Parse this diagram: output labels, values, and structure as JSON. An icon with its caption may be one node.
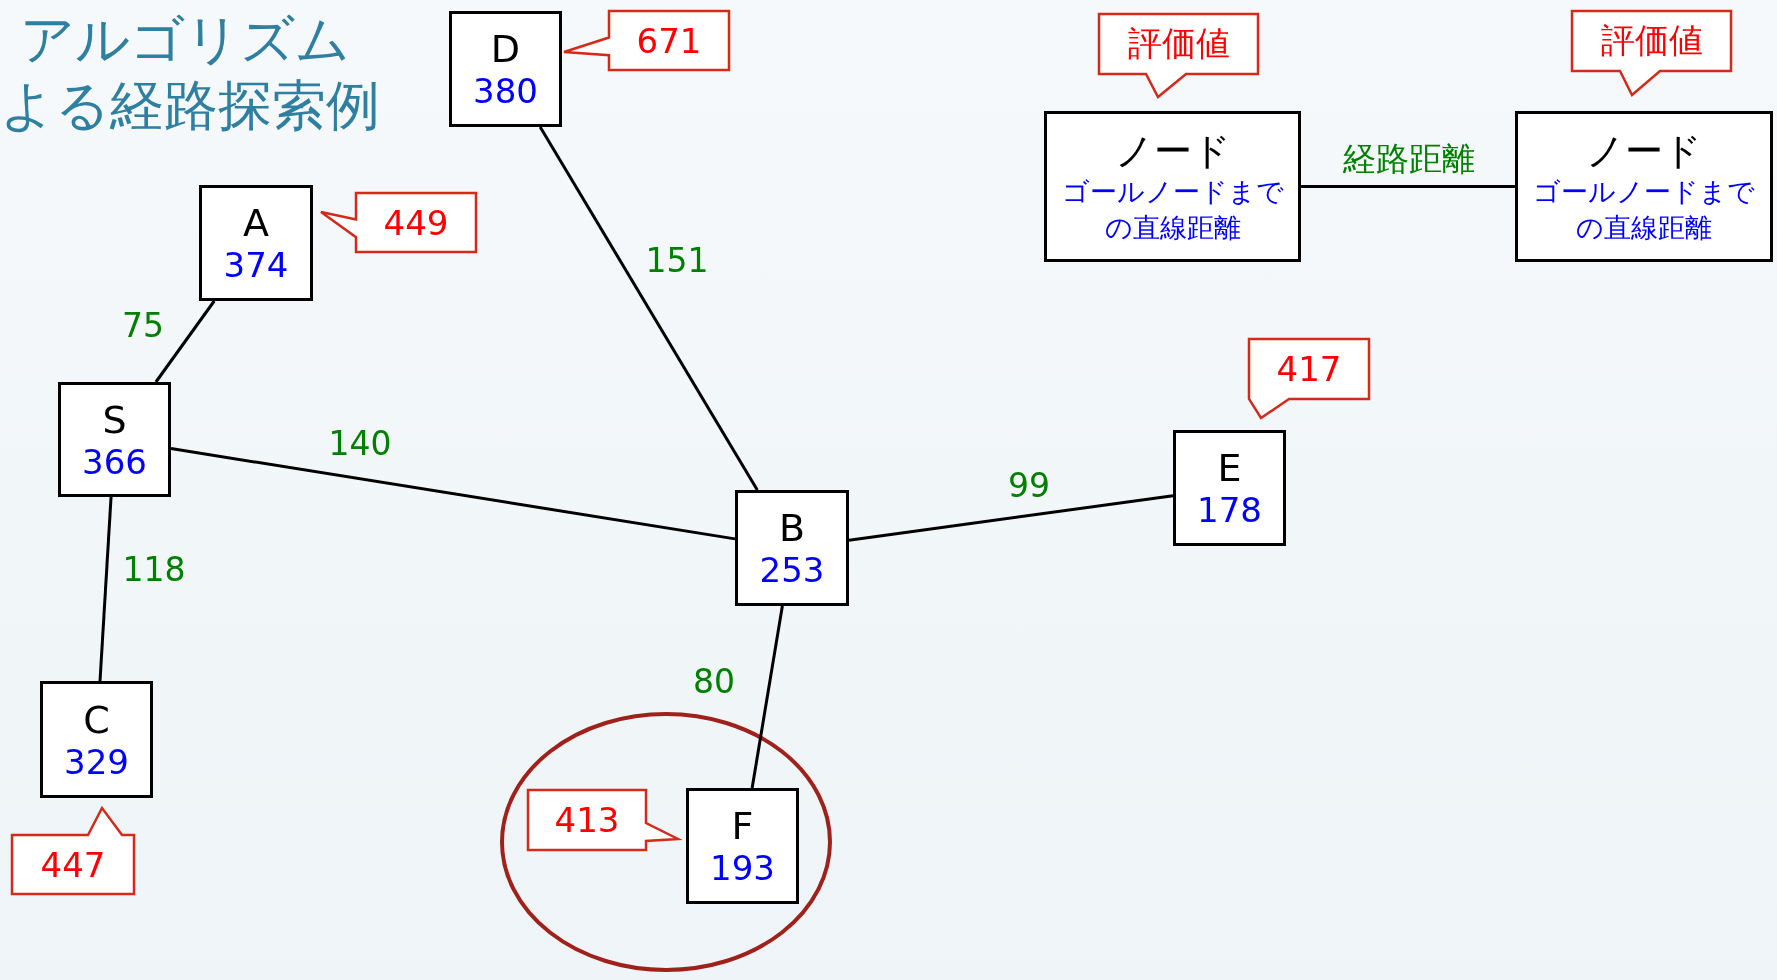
{
  "diagram": {
    "nodes": [
      {
        "text": [
          "D",
          "380"
        ]
      },
      {
        "text": [
          "671"
        ]
      },
      {
        "text": [
          "評価値"
        ]
      },
      {
        "text": [
          "評価値"
        ]
      },
      {
        "text": [
          "ノード",
          "ゴールノードまでの直線距離"
        ]
      },
      {
        "text": [
          "ノード",
          "ゴールノードまでの直線距離"
        ]
      },
      {
        "text": [
          "A",
          "374"
        ]
      },
      {
        "text": [
          "449"
        ]
      },
      {
        "text": [
          "S",
          "366"
        ]
      },
      {
        "text": [
          "417"
        ]
      },
      {
        "text": [
          "E",
          "178"
        ]
      },
      {
        "text": [
          "B",
          "253"
        ]
      },
      {
        "text": [
          "C",
          "329"
        ]
      },
      {
        "text": [
          "F",
          "193"
        ]
      },
      {
        "text": [
          "413"
        ]
      },
      {
        "text": [
          "447"
        ]
      }
    ],
    "edges": [
      {
        "from": 8,
        "to": 6,
        "arrow": "none",
        "label": "75"
      },
      {
        "from": 0,
        "to": 11,
        "arrow": "none",
        "label": "151"
      },
      {
        "from": 8,
        "to": 11,
        "arrow": "none",
        "label": "140"
      },
      {
        "from": 8,
        "to": 12,
        "arrow": "none",
        "label": "118"
      },
      {
        "from": 11,
        "to": 10,
        "arrow": "none",
        "label": "99"
      },
      {
        "from": 11,
        "to": 13,
        "arrow": "none",
        "label": "80"
      },
      {
        "from": 4,
        "to": 5,
        "arrow": "none",
        "label": "経路距離"
      }
    ],
    "labels": [
      "アルゴリズム",
      "よる経路探索例"
    ]
  }
}
